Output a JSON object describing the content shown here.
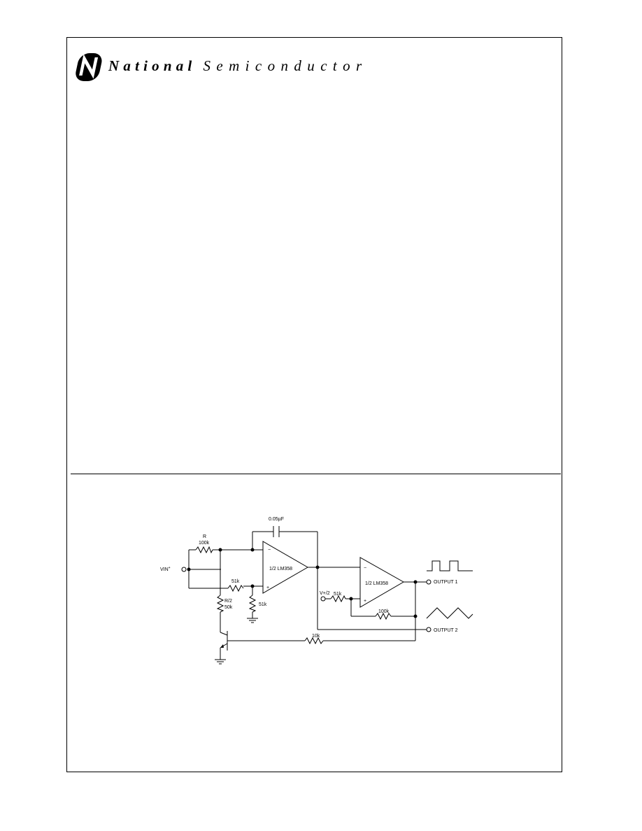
{
  "header": {
    "brand_strong": "National",
    "brand_light": "Semiconductor",
    "logo_icon": "national-semiconductor-logo-icon"
  },
  "schematic": {
    "cap_label": "0.05µF",
    "r_in_label_1": "R",
    "r_in_label_2": "100k",
    "vin_label": "VIN",
    "vin_sup": "+",
    "r51k_a": "51k",
    "r51k_b": "51k",
    "r_half_label_1": "R/2",
    "r_half_label_2": "50k",
    "op1_label": "1/2 LM358",
    "op2_label": "1/2 LM358",
    "vplus2_label": "V+/2",
    "r51k_c": "51k",
    "r100k_label": "100k",
    "r10k_label": "10k",
    "output1_label": "OUTPUT 1",
    "output2_label": "OUTPUT 2",
    "minus_sign": "−",
    "plus_sign": "+",
    "square_wave_icon": "square-wave-icon",
    "triangle_wave_icon": "triangle-wave-icon"
  }
}
